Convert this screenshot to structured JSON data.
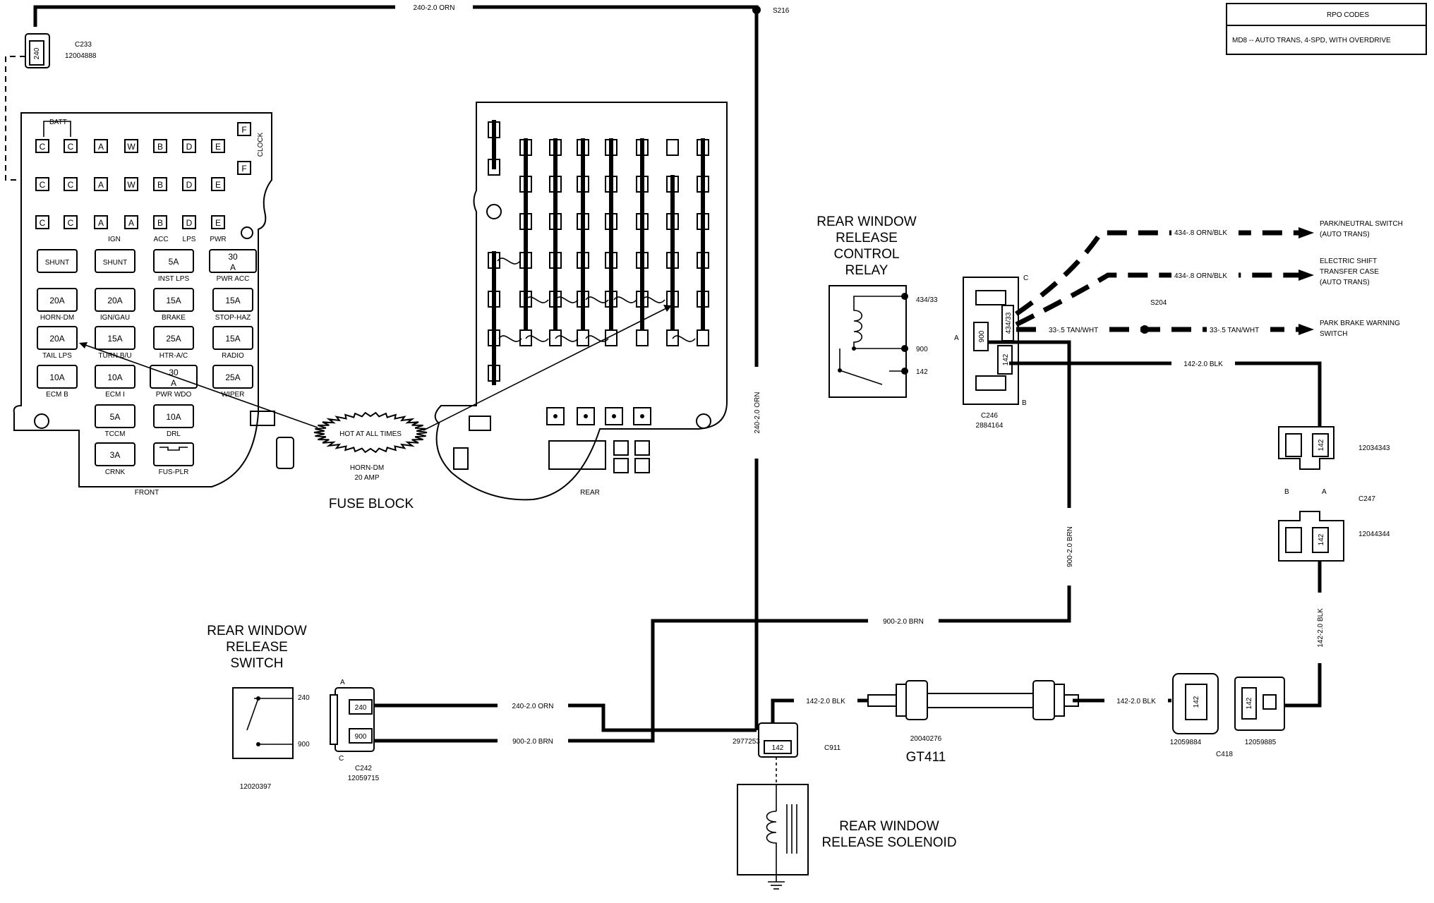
{
  "rpo_box": {
    "header": "RPO CODES",
    "entry": "MD8 -- AUTO TRANS, 4-SPD, WITH OVERDRIVE"
  },
  "fuse_block": {
    "title": "FUSE BLOCK",
    "front_label": "FRONT",
    "rear_label": "REAR",
    "batt_label": "BATT",
    "clock_label": "CLOCK",
    "hot_label": "HOT AT ALL TIMES",
    "horn_fuse": "HORN-DM\n20 AMP",
    "horn_fuse_line1": "HORN-DM",
    "horn_fuse_line2": "20 AMP",
    "terminal_rows": [
      [
        "C",
        "C",
        "A",
        "W",
        "B",
        "D",
        "E"
      ],
      [
        "C",
        "C",
        "A",
        "W",
        "B",
        "D",
        "E"
      ],
      [
        "C",
        "C",
        "A",
        "A",
        "B",
        "D",
        "E"
      ]
    ],
    "terminal_captions": [
      "IGN",
      "ACC",
      "LPS",
      "PWR"
    ],
    "f_labels": [
      "F",
      "F"
    ],
    "fuses": [
      {
        "value": "SHUNT",
        "caption": ""
      },
      {
        "value": "SHUNT",
        "caption": ""
      },
      {
        "value": "5A",
        "caption": "INST LPS"
      },
      {
        "value": "30\nA",
        "v1": "30",
        "v2": "A",
        "caption": "PWR ACC"
      },
      {
        "value": "20A",
        "caption": "HORN-DM"
      },
      {
        "value": "20A",
        "caption": "IGN/GAU"
      },
      {
        "value": "15A",
        "caption": "BRAKE"
      },
      {
        "value": "15A",
        "caption": "STOP-HAZ"
      },
      {
        "value": "20A",
        "caption": "TAIL LPS"
      },
      {
        "value": "15A",
        "caption": "TURN B/U"
      },
      {
        "value": "25A",
        "caption": "HTR-A/C"
      },
      {
        "value": "15A",
        "caption": "RADIO"
      },
      {
        "value": "10A",
        "caption": "ECM B"
      },
      {
        "value": "10A",
        "caption": "ECM I"
      },
      {
        "value": "30\nA",
        "v1": "30",
        "v2": "A",
        "caption": "PWR WDO"
      },
      {
        "value": "25A",
        "caption": "WIPER"
      },
      {
        "value": "5A",
        "caption": "TCCM"
      },
      {
        "value": "10A",
        "caption": "DRL"
      },
      {
        "value": "3A",
        "caption": "CRNK"
      },
      {
        "value": "",
        "caption": "FUS-PLR"
      }
    ]
  },
  "connectors": {
    "c233": {
      "name": "C233",
      "part": "12004888",
      "pin": "240"
    },
    "c242": {
      "name": "C242",
      "part": "12059715",
      "pin_a": "240",
      "pin_c": "900",
      "label_a": "A",
      "label_c": "C"
    },
    "c246": {
      "name": "C246",
      "part": "2884164",
      "pins": [
        "434/33",
        "900",
        "142"
      ],
      "label_a": "A",
      "label_b": "B",
      "label_c": "C"
    },
    "c247": {
      "name": "C247",
      "part_upper": "12034343",
      "part_lower": "12044344",
      "pin": "142",
      "label_b": "B",
      "label_a": "A"
    },
    "c911": {
      "name": "C911",
      "part": "2977253",
      "pin": "142"
    },
    "c418": {
      "name": "C418",
      "part_left": "12059884",
      "part_right": "12059885",
      "pin": "142"
    },
    "splice": "S216",
    "s204": "S204"
  },
  "components": {
    "relay": {
      "title_lines": [
        "REAR WINDOW",
        "RELEASE",
        "CONTROL",
        "RELAY"
      ],
      "pins": [
        "434/33",
        "900",
        "142"
      ]
    },
    "switch": {
      "title_lines": [
        "REAR WINDOW",
        "RELEASE",
        "SWITCH"
      ],
      "part": "12020397",
      "pins": [
        "240",
        "900"
      ]
    },
    "solenoid": {
      "title_lines": [
        "REAR WINDOW",
        "RELEASE SOLENOID"
      ]
    },
    "harness": {
      "name": "GT411",
      "part": "20040276"
    }
  },
  "wires": {
    "top": "240-2.0 ORN",
    "vertical_orn": "240-2.0 ORN",
    "switch_orn": "240-2.0 ORN",
    "switch_brn": "900-2.0 BRN",
    "brn_horizontal": "900-2.0 BRN",
    "brn_vertical": "900-2.0 BRN",
    "blk_top": "142-2.0 BLK",
    "blk_vertical": "142-2.0 BLK",
    "blk_left": "142-2.0 BLK",
    "blk_right": "142-2.0 BLK",
    "dash1": "434-.8 ORN/BLK",
    "dash2": "434-.8 ORN/BLK",
    "dash3": "33-.5 TAN/WHT",
    "dash3b": "33-.5 TAN/WHT"
  },
  "destinations": {
    "park_neutral": [
      "PARK/NEUTRAL SWITCH",
      "(AUTO TRANS)"
    ],
    "electric_shift": [
      "ELECTRIC SHIFT",
      "TRANSFER CASE",
      "(AUTO TRANS)"
    ],
    "park_brake": [
      "PARK BRAKE WARNING",
      "SWITCH"
    ]
  }
}
